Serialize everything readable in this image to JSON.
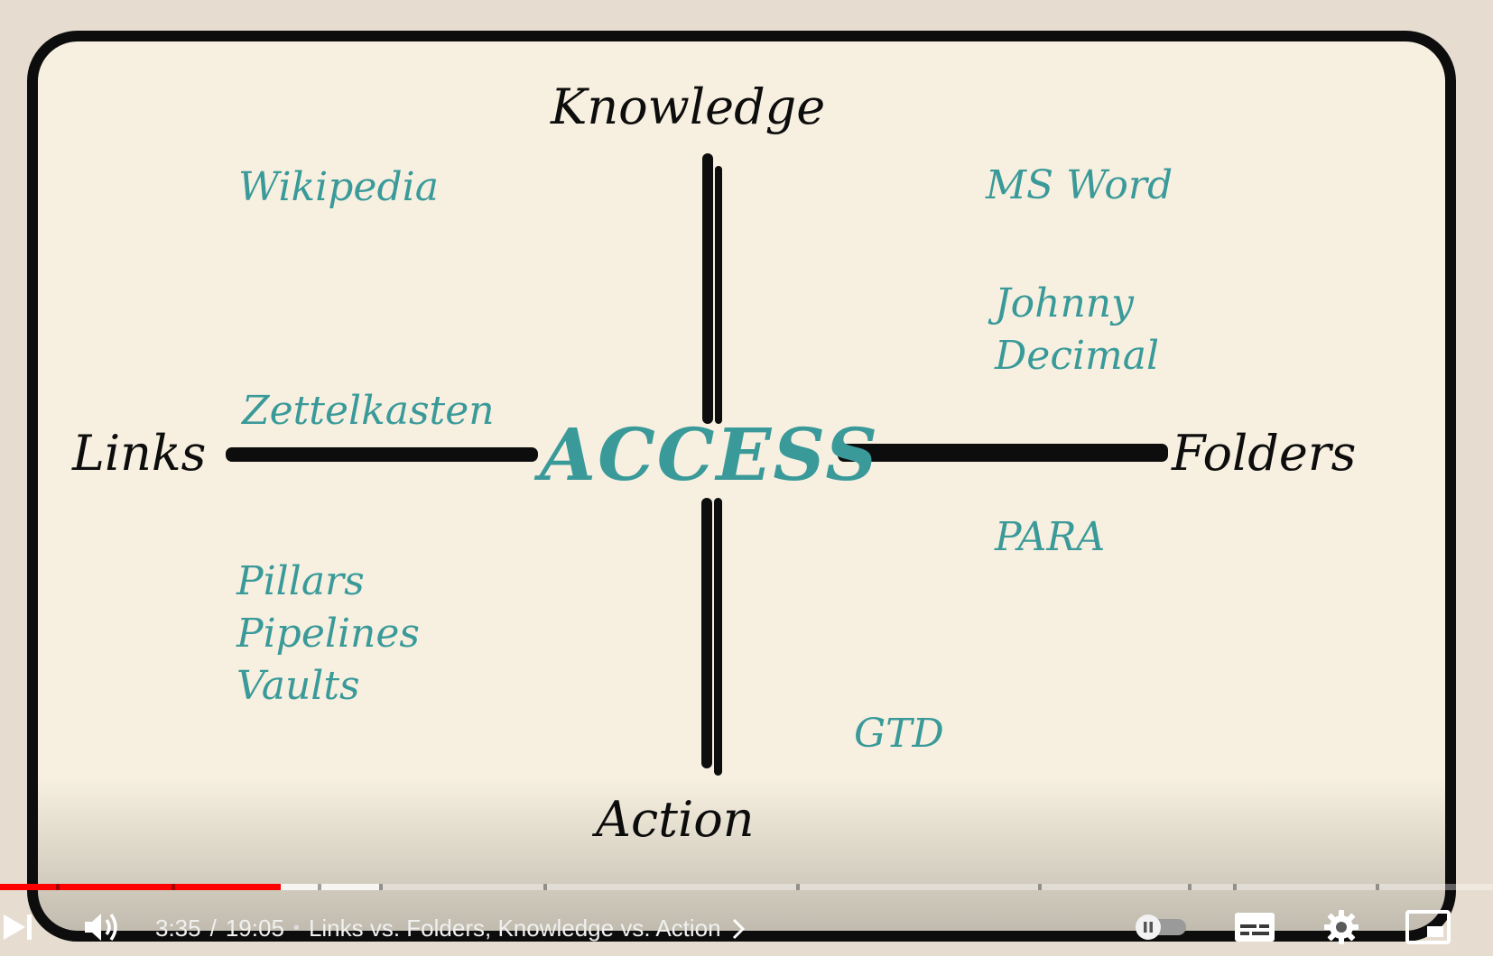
{
  "board": {
    "axis_labels": {
      "top": "Knowledge",
      "bottom": "Action",
      "left": "Links",
      "right": "Folders"
    },
    "center_label": "ACCESS",
    "tools": {
      "wikipedia": "Wikipedia",
      "ms_word": "MS Word",
      "johnny": "Johnny",
      "decimal": "Decimal",
      "zettelkasten": "Zettelkasten",
      "para": "PARA",
      "pillars": "Pillars",
      "pipelines": "Pipelines",
      "vaults": "Vaults",
      "gtd": "GTD"
    },
    "colors": {
      "ink": "#0d0d0d",
      "teal": "#3a9a9a",
      "paper": "#f7f0e0"
    }
  },
  "player": {
    "current_time": "3:35",
    "separator": "/",
    "duration": "19:05",
    "bullet": "•",
    "chapter_title": "Links vs. Folders, Knowledge vs. Action",
    "progress_fraction": 0.188,
    "accent_color": "#ff0000",
    "icons": [
      "next-icon",
      "volume-icon",
      "chevron-right-icon",
      "autoplay-toggle-icon",
      "subtitles-icon",
      "settings-icon",
      "miniplayer-icon"
    ]
  }
}
